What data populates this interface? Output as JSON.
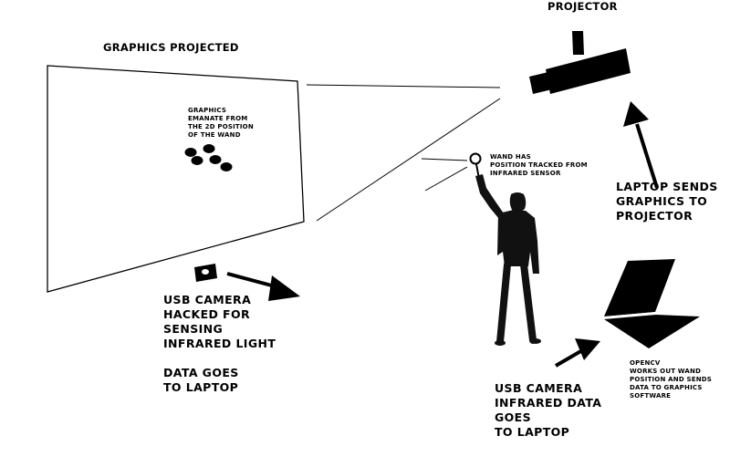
{
  "labels": {
    "projector": "PROJECTOR",
    "graphics_projected": "GRAPHICS PROJECTED",
    "graphics_emanate": "GRAPHICS\nEMANATE FROM\nTHE  2D POSITION\nOF THE WAND",
    "wand_tracked": "WAND HAS\nPOSITION TRACKED FROM\nINFRARED SENSOR",
    "laptop_sends": "LAPTOP SENDS\nGRAPHICS TO\nPROJECTOR",
    "usb_camera_hacked": "USB CAMERA\nHACKED FOR\nSENSING\nINFRARED LIGHT",
    "data_goes": "DATA GOES\nTO LAPTOP",
    "usb_camera_infrared": "USB CAMERA\nINFRARED DATA\nGOES\nTO LAPTOP",
    "opencv": "OPENCV\nWORKS OUT WAND\nPOSITION AND SENDS\nDATA TO GRAPHICS\nSOFTWARE"
  },
  "colors": {
    "ink": "#000000",
    "background": "#ffffff",
    "silhouette": "#111111"
  },
  "icons": [
    "projector-icon",
    "wand-icon",
    "person-silhouette",
    "usb-camera-icon",
    "laptop-icon",
    "arrow-icon"
  ]
}
